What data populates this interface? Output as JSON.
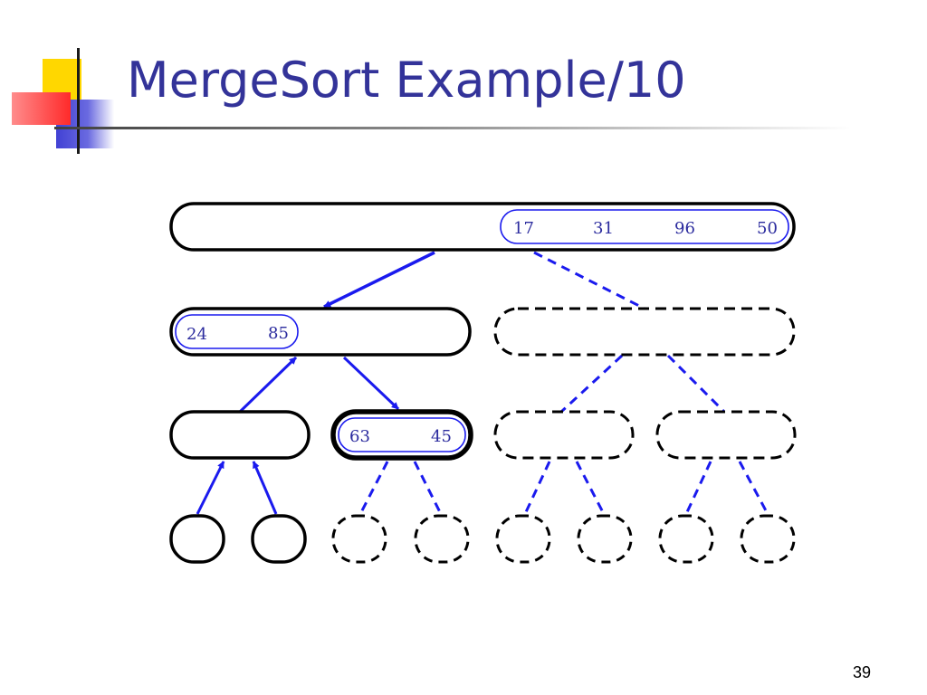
{
  "slide": {
    "title": "MergeSort Example/10",
    "page_number": "39"
  },
  "diagram": {
    "kind": "merge-sort recursion tree",
    "colors": {
      "accent": "#1a1aee",
      "numbers": "#2b2b9e",
      "title": "#333399"
    },
    "root": {
      "values": [
        "17",
        "31",
        "96",
        "50"
      ],
      "state": "active"
    },
    "level1_left": {
      "values": [
        "24",
        "85"
      ],
      "state": "active"
    },
    "level1_right": {
      "values": [],
      "state": "pending"
    },
    "level2_nodes": [
      {
        "values": [],
        "state": "done"
      },
      {
        "values": [
          "63",
          "45"
        ],
        "state": "current"
      },
      {
        "values": [],
        "state": "pending"
      },
      {
        "values": [],
        "state": "pending"
      }
    ],
    "leaves": [
      {
        "state": "done"
      },
      {
        "state": "done"
      },
      {
        "state": "pending"
      },
      {
        "state": "pending"
      },
      {
        "state": "pending"
      },
      {
        "state": "pending"
      },
      {
        "state": "pending"
      },
      {
        "state": "pending"
      }
    ]
  }
}
